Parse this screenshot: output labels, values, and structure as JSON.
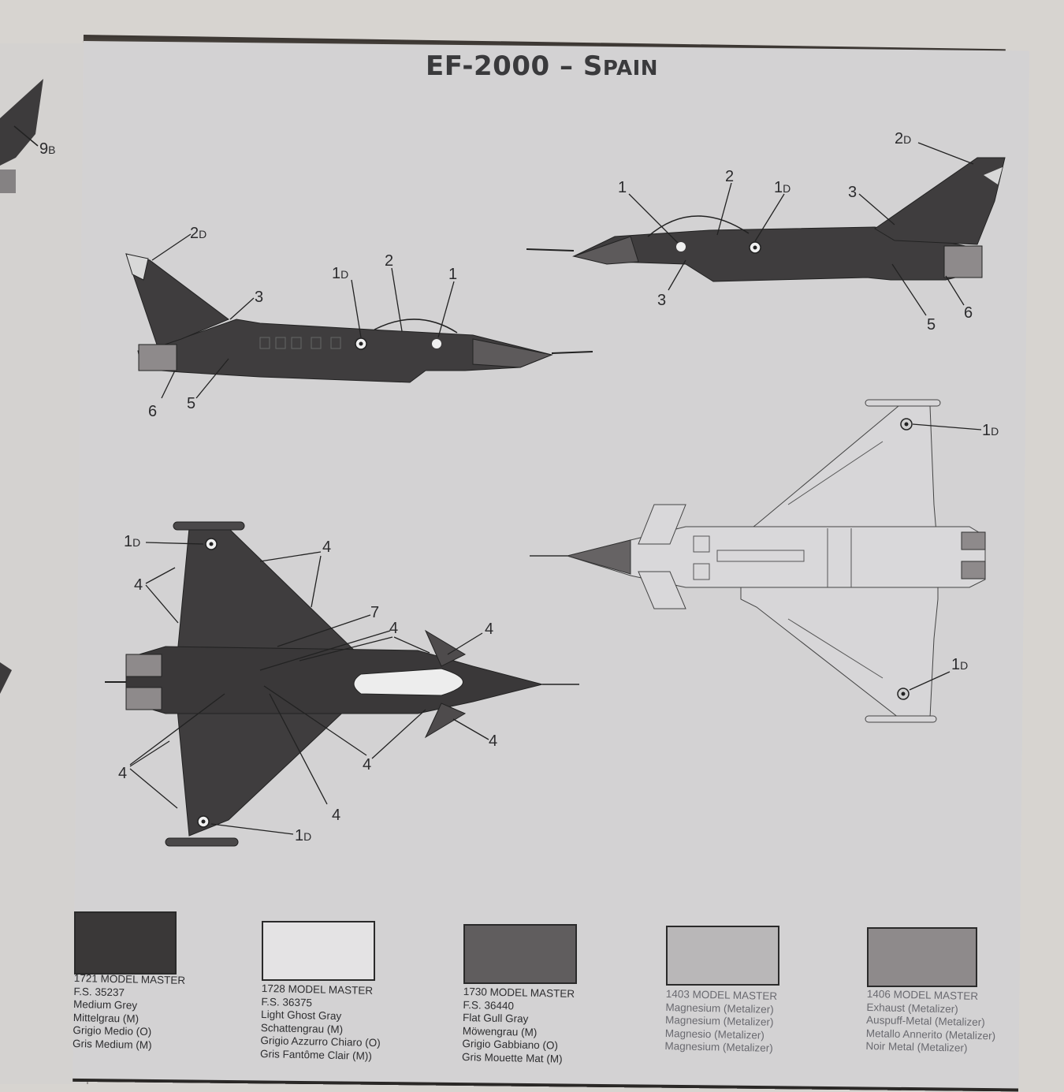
{
  "title": {
    "main": "EF-2000 – S",
    "small_caps": "PAIN"
  },
  "left_page_labels": {
    "ref_9b": "9",
    "ref_9b_sub": "B"
  },
  "callouts": {
    "n1": "1",
    "n1d": "1",
    "d": "D",
    "n2": "2",
    "n2d": "2",
    "n3": "3",
    "n4": "4",
    "n5": "5",
    "n6": "6",
    "n7": "7"
  },
  "legend": [
    {
      "color": "#3a3838",
      "lines": [
        "1721 MODEL MASTER",
        "F.S. 35237",
        "Medium Grey",
        "Mittelgrau (M)",
        "Grigio Medio (O)",
        "Gris Medium (M)"
      ]
    },
    {
      "color": "#e4e3e4",
      "lines": [
        "1728 MODEL MASTER",
        "F.S. 36375",
        "Light Ghost Gray",
        "Schattengrau (M)",
        "Grigio Azzurro Chiaro (O)",
        "Gris Fantôme Clair (M))"
      ]
    },
    {
      "color": "#605d5e",
      "lines": [
        "1730 MODEL MASTER",
        "F.S. 36440",
        "Flat Gull Gray",
        "Möwengrau (M)",
        "Grigio Gabbiano (O)",
        "Gris Mouette Mat (M)"
      ]
    },
    {
      "color": "#b9b7b8",
      "lines": [
        "1403 MODEL MASTER",
        "Magnesium (Metalizer)",
        "Magnesium (Metalizer)",
        "Magnesio (Metalizer)",
        "Magnesium (Metalizer)"
      ]
    },
    {
      "color": "#8e8a8b",
      "lines": [
        "1406 MODEL MASTER",
        "Exhaust (Metalizer)",
        "Auspuff-Metal (Metalizer)",
        "Metallo Annerito (Metalizer)",
        "Noir Metal (Metalizer)"
      ]
    }
  ]
}
